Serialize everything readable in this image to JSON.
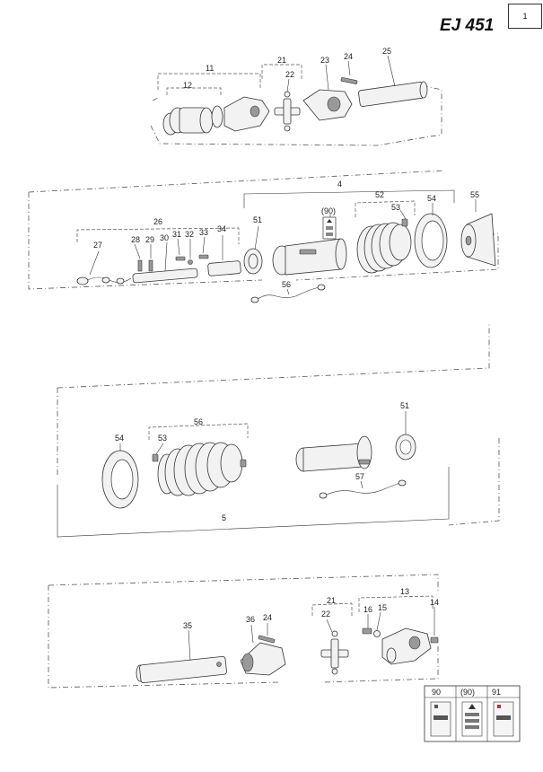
{
  "sheet": {
    "title": "EJ 451",
    "page_number": "1"
  },
  "callouts": {
    "g11": "11",
    "g12": "12",
    "g21a": "21",
    "g22a": "22",
    "g23": "23",
    "g24a": "24",
    "g25": "25",
    "g4": "4",
    "g26": "26",
    "g27": "27",
    "g28": "28",
    "g29": "29",
    "g30": "30",
    "g31": "31",
    "g32": "32",
    "g33": "33",
    "g34": "34",
    "g51a": "51",
    "g90a": "(90)",
    "g52": "52",
    "g53a": "53",
    "g54a": "54",
    "g55": "55",
    "g56a": "56",
    "g51b": "51",
    "g54b": "54",
    "g53b": "53",
    "g56b": "56",
    "g57": "57",
    "g5": "5",
    "g21b": "21",
    "g13": "13",
    "g14": "14",
    "g15": "15",
    "g16": "16",
    "g22b": "22",
    "g36": "36",
    "g24b": "24",
    "g35": "35",
    "legend90": "90",
    "legend90p": "(90)",
    "legend91": "91"
  }
}
